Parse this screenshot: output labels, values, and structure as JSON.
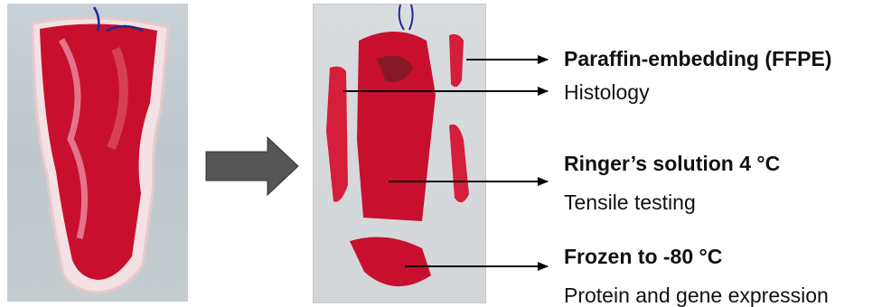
{
  "annotations": [
    {
      "id": "ffpe",
      "title": "Paraffin-embedding (FFPE)",
      "subtitle": "Histology"
    },
    {
      "id": "ringer",
      "title": "Ringer’s solution 4 °C",
      "subtitle": "Tensile testing"
    },
    {
      "id": "frozen",
      "title": "Frozen to -80 °C",
      "subtitle": "Protein and gene expression"
    }
  ],
  "colors": {
    "tissue": "#c8102e",
    "tissue_light": "#e87d7d",
    "process_arrow": "#555555",
    "pointer": "#000000"
  }
}
